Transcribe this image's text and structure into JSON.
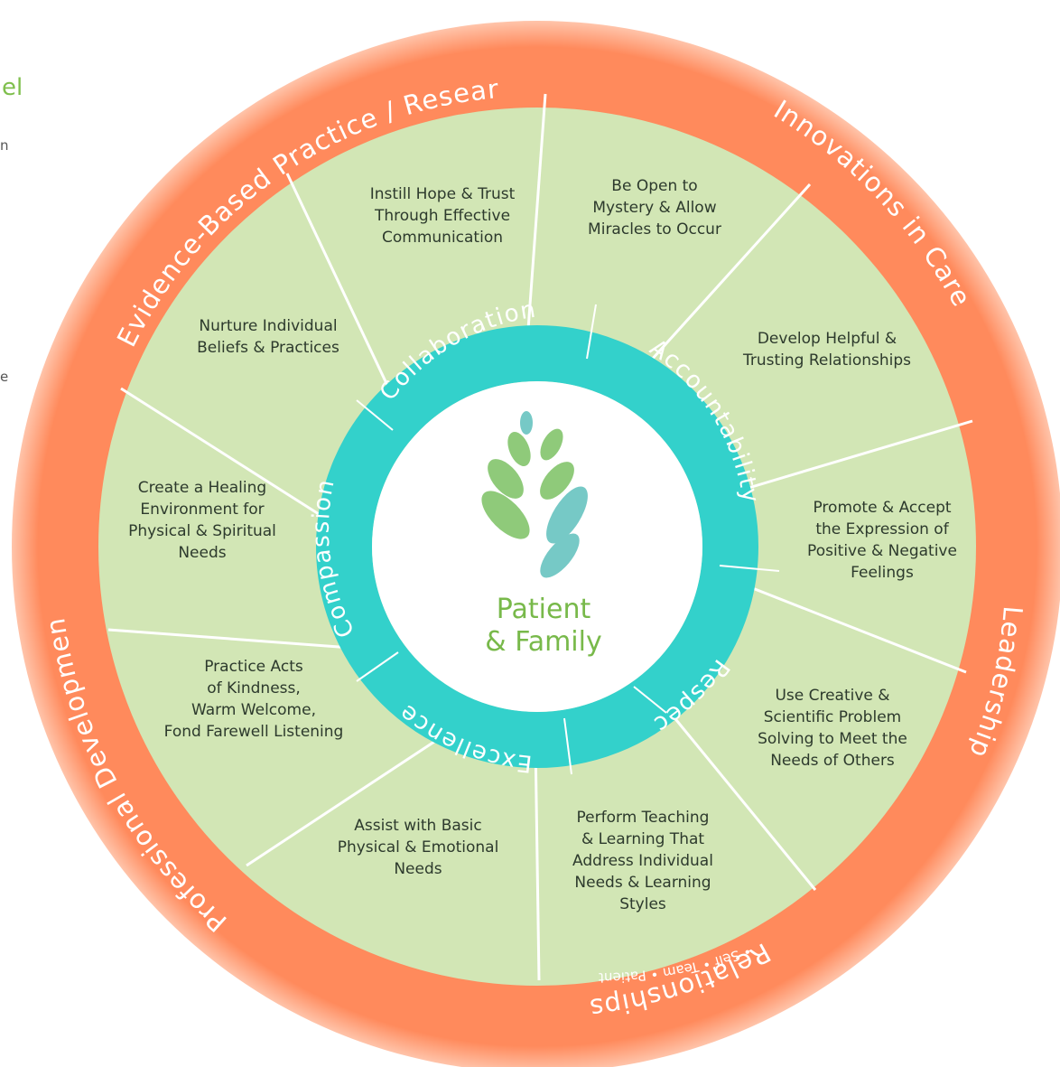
{
  "partial_left_text": {
    "letter_1": "el",
    "letter_2": "n",
    "letter_3": "e"
  },
  "center": {
    "line1": "Patient",
    "line2": "& Family"
  },
  "colors": {
    "outer_ring": "#ff8a5c",
    "segments": "#d2e6b5",
    "inner_ring": "#33d1cb",
    "center_text": "#78b94a",
    "leaf_green": "#8fca7a",
    "leaf_teal": "#76c9c6"
  },
  "outer_ring": {
    "evidence": "Evidence-Based Practice / Research",
    "innovations": "Innovations in Care",
    "leadership": "Leadership",
    "relationships": "Relationships",
    "relationships_sub": "• Self • Team • Patient",
    "professional": "Professional Development"
  },
  "inner_ring": {
    "collaboration": "Collaboration",
    "accountability": "Accountability",
    "respect": "Respect",
    "excellence": "Excellence",
    "compassion": "Compassion"
  },
  "segments": [
    {
      "lines": [
        "Instill Hope & Trust",
        "Through Effective",
        "Communication"
      ]
    },
    {
      "lines": [
        "Be Open to",
        "Mystery & Allow",
        "Miracles to Occur"
      ]
    },
    {
      "lines": [
        "Develop Helpful &",
        "Trusting Relationships"
      ]
    },
    {
      "lines": [
        "Promote & Accept",
        "the Expression of",
        "Positive & Negative",
        "Feelings"
      ]
    },
    {
      "lines": [
        "Use Creative &",
        "Scientific Problem",
        "Solving to Meet the",
        "Needs of Others"
      ]
    },
    {
      "lines": [
        "Perform Teaching",
        "& Learning That",
        "Address Individual",
        "Needs & Learning",
        "Styles"
      ]
    },
    {
      "lines": [
        "Assist with Basic",
        "Physical & Emotional",
        "Needs"
      ]
    },
    {
      "lines": [
        "Practice Acts",
        "of Kindness,",
        "Warm Welcome,",
        "Fond Farewell Listening"
      ]
    },
    {
      "lines": [
        "Create a Healing",
        "Environment for",
        "Physical & Spiritual",
        "Needs"
      ]
    },
    {
      "lines": [
        "Nurture Individual",
        "Beliefs & Practices"
      ]
    }
  ]
}
